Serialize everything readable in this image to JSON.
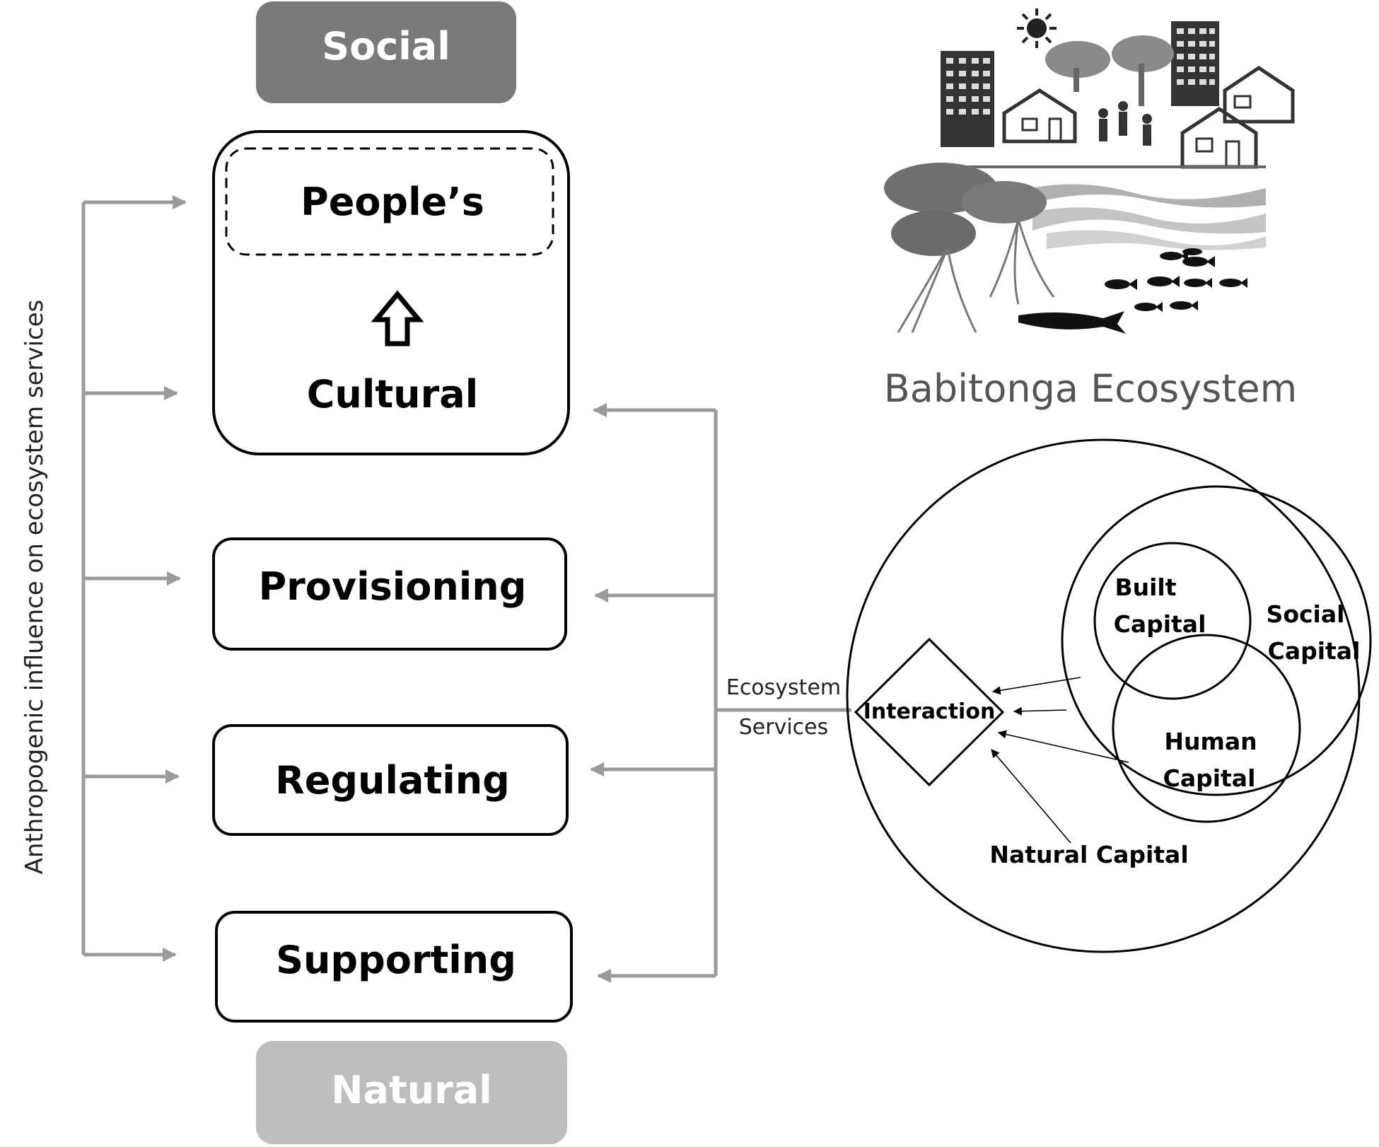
{
  "poles": {
    "top": "Social",
    "bottom": "Natural"
  },
  "services": {
    "peoples": "People’s",
    "cultural": "Cultural",
    "provisioning": "Provisioning",
    "regulating": "Regulating",
    "supporting": "Supporting"
  },
  "left_axis_label": "Anthropogenic influence on ecosystem services",
  "connector_label_line1": "Ecosystem",
  "connector_label_line2": "Services",
  "illustration_caption": "Babitonga Ecosystem",
  "capitals": {
    "built_line1": "Built",
    "built_line2": "Capital",
    "social_line1": "Social",
    "social_line2": "Capital",
    "human_line1": "Human",
    "human_line2": "Capital",
    "natural": "Natural Capital",
    "interaction": "Interaction"
  },
  "colors": {
    "social_box": "#7a7a7a",
    "natural_box": "#bdbdbd",
    "arrows": "#9a9a9a"
  }
}
